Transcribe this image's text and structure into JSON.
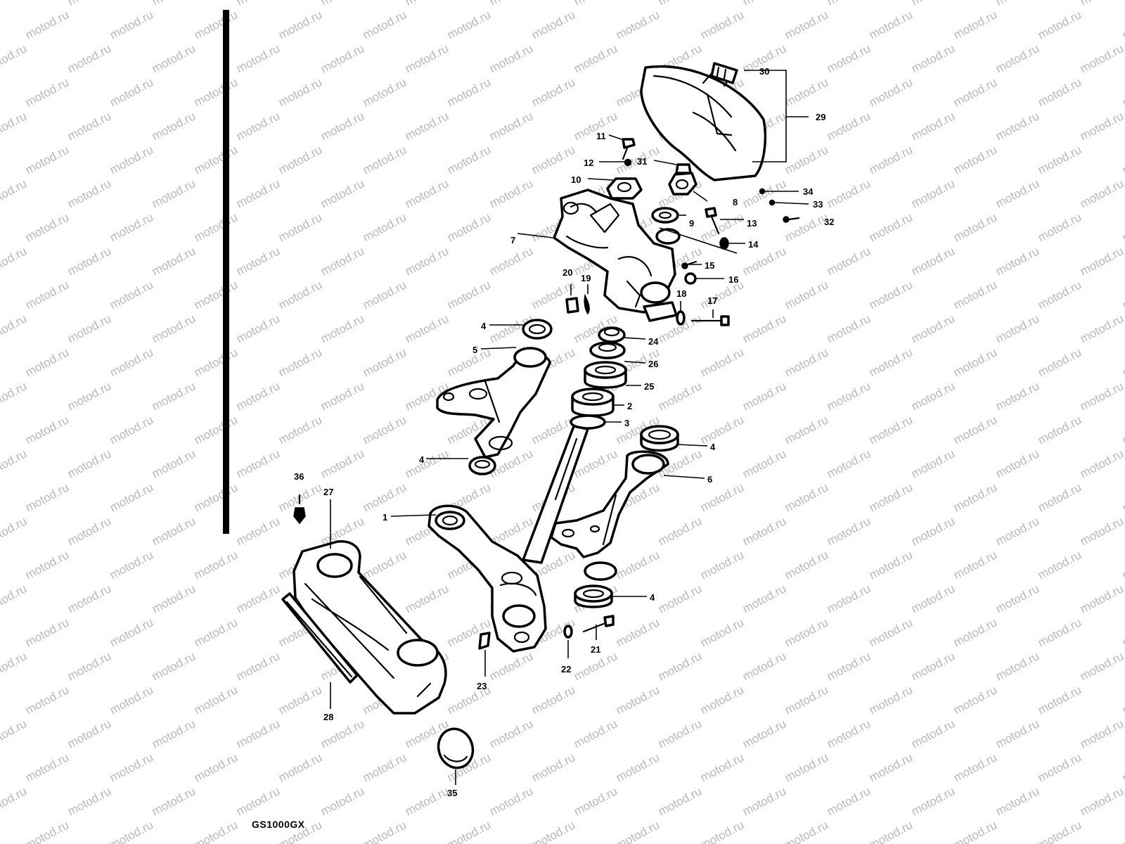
{
  "watermark": "motod.ru",
  "model_code": "GS1000GX",
  "callouts": [
    {
      "id": "c29",
      "label": "29"
    },
    {
      "id": "c30",
      "label": "30"
    },
    {
      "id": "c11",
      "label": "11"
    },
    {
      "id": "c12",
      "label": "12"
    },
    {
      "id": "c31",
      "label": "31"
    },
    {
      "id": "c10",
      "label": "10"
    },
    {
      "id": "c8",
      "label": "8"
    },
    {
      "id": "c34",
      "label": "34"
    },
    {
      "id": "c33",
      "label": "33"
    },
    {
      "id": "c32",
      "label": "32"
    },
    {
      "id": "c9",
      "label": "9"
    },
    {
      "id": "c13",
      "label": "13"
    },
    {
      "id": "c14",
      "label": "14"
    },
    {
      "id": "c7",
      "label": "7"
    },
    {
      "id": "c15",
      "label": "15"
    },
    {
      "id": "c16",
      "label": "16"
    },
    {
      "id": "c20",
      "label": "20"
    },
    {
      "id": "c19",
      "label": "19"
    },
    {
      "id": "c18",
      "label": "18"
    },
    {
      "id": "c17",
      "label": "17"
    },
    {
      "id": "c4a",
      "label": "4"
    },
    {
      "id": "c24",
      "label": "24"
    },
    {
      "id": "c5",
      "label": "5"
    },
    {
      "id": "c26",
      "label": "26"
    },
    {
      "id": "c25",
      "label": "25"
    },
    {
      "id": "c2",
      "label": "2"
    },
    {
      "id": "c3",
      "label": "3"
    },
    {
      "id": "c4b",
      "label": "4"
    },
    {
      "id": "c4c",
      "label": "4"
    },
    {
      "id": "c6",
      "label": "6"
    },
    {
      "id": "c36",
      "label": "36"
    },
    {
      "id": "c27",
      "label": "27"
    },
    {
      "id": "c1",
      "label": "1"
    },
    {
      "id": "c4d",
      "label": "4"
    },
    {
      "id": "c21",
      "label": "21"
    },
    {
      "id": "c22",
      "label": "22"
    },
    {
      "id": "c23",
      "label": "23"
    },
    {
      "id": "c28",
      "label": "28"
    },
    {
      "id": "c35",
      "label": "35"
    }
  ]
}
